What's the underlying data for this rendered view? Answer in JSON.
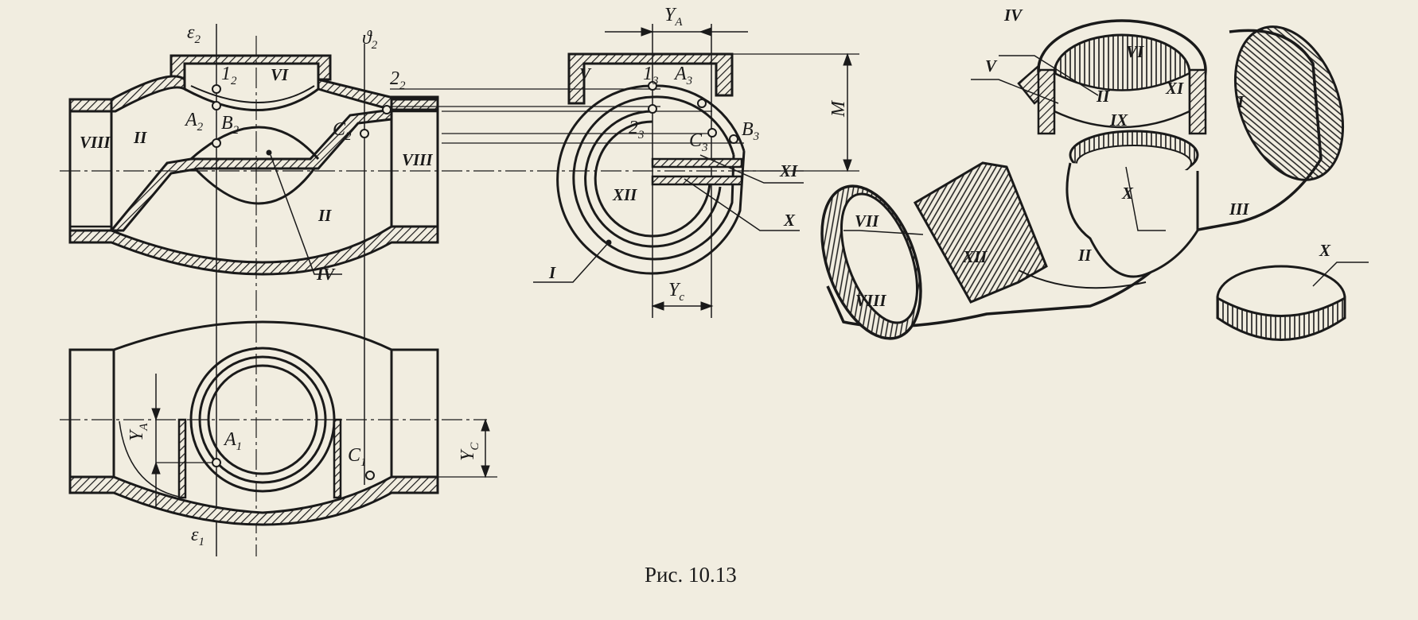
{
  "figure": {
    "caption": "Рис. 10.13"
  },
  "front_view": {
    "E2": "ε",
    "E2_sub": "2",
    "T2": "ϑ",
    "T2_sub": "2",
    "p12": "1",
    "p12_sub": "2",
    "p22": "2",
    "p22_sub": "2",
    "A2": "A",
    "A2_sub": "2",
    "B2": "B",
    "B2_sub": "2",
    "C2": "C",
    "C2_sub": "2",
    "VI": "VI",
    "VIII_l": "VIII",
    "VIII_r": "VIII",
    "II_a": "II",
    "II_b": "II",
    "IV": "IV"
  },
  "top_view": {
    "YA": "Y",
    "YA_sub": "A",
    "YC": "Y",
    "YC_sub": "C",
    "A1": "A",
    "A1_sub": "1",
    "C1": "C",
    "C1_sub": "1",
    "E1": "ε",
    "E1_sub": "1"
  },
  "side_view": {
    "YA": "Y",
    "YA_sub": "A",
    "YC": "Y",
    "YC_sub": "c",
    "M": "M",
    "p13": "1",
    "p13_sub": "3",
    "A3": "A",
    "A3_sub": "3",
    "B3": "B",
    "B3_sub": "3",
    "C3": "C",
    "C3_sub": "3",
    "p23": "2",
    "p23_sub": "3",
    "V": "V",
    "XI": "XI",
    "XII": "XII",
    "X": "X",
    "I": "I"
  },
  "iso_view": {
    "IV": "IV",
    "V": "V",
    "VI": "VI",
    "I": "I",
    "II_up": "II",
    "IX": "IX",
    "XI": "XI",
    "X": "X",
    "X_ring": "X",
    "VII": "VII",
    "III": "III",
    "XII": "XII",
    "II": "II",
    "VIII": "VIII"
  }
}
